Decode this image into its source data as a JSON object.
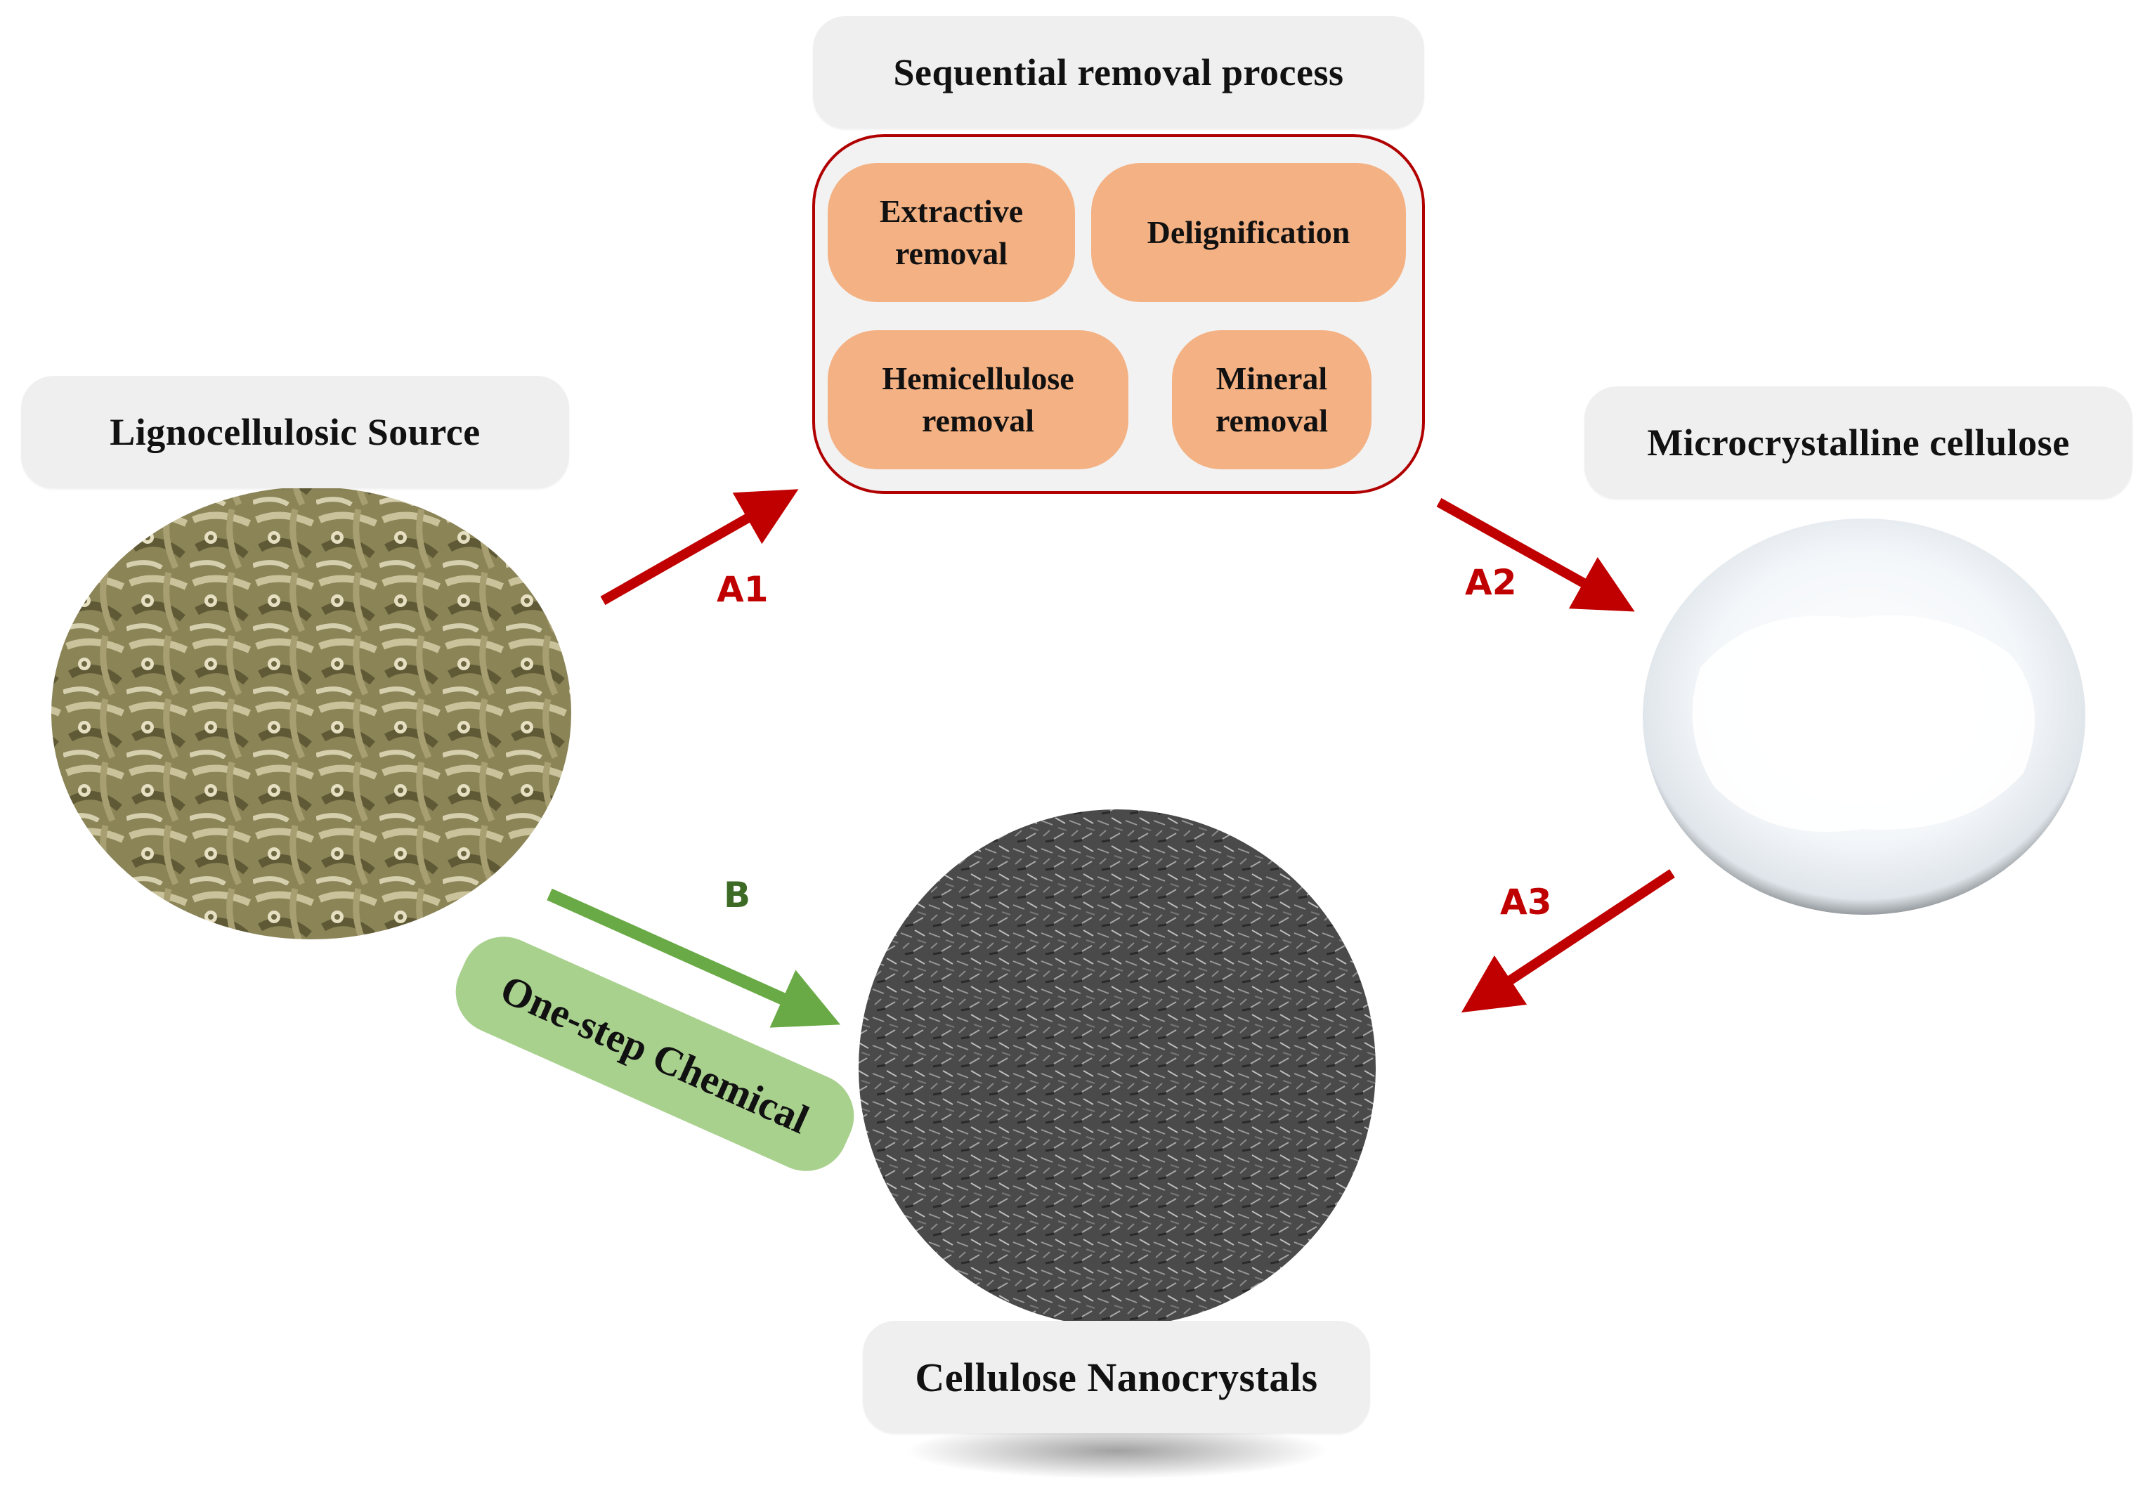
{
  "process": {
    "title": "Sequential removal process",
    "steps": [
      "Extractive\nremoval",
      "Delignification",
      "Hemicellulose\nremoval",
      "Mineral\nremoval"
    ]
  },
  "source": {
    "label": "Lignocellulosic Source"
  },
  "mcc": {
    "label": "Microcrystalline cellulose"
  },
  "cnc": {
    "label": "Cellulose Nanocrystals"
  },
  "routes": {
    "a1": "A1",
    "a2": "A2",
    "a3": "A3",
    "b": "B",
    "b_method": "One-step Chemical"
  },
  "colors": {
    "route_a": "#c00000",
    "route_b": "#6aaa46",
    "route_b_label": "#3d6b26",
    "step_fill": "#f4b183",
    "process_border": "#b00000",
    "method_pill": "#a9d18e"
  }
}
